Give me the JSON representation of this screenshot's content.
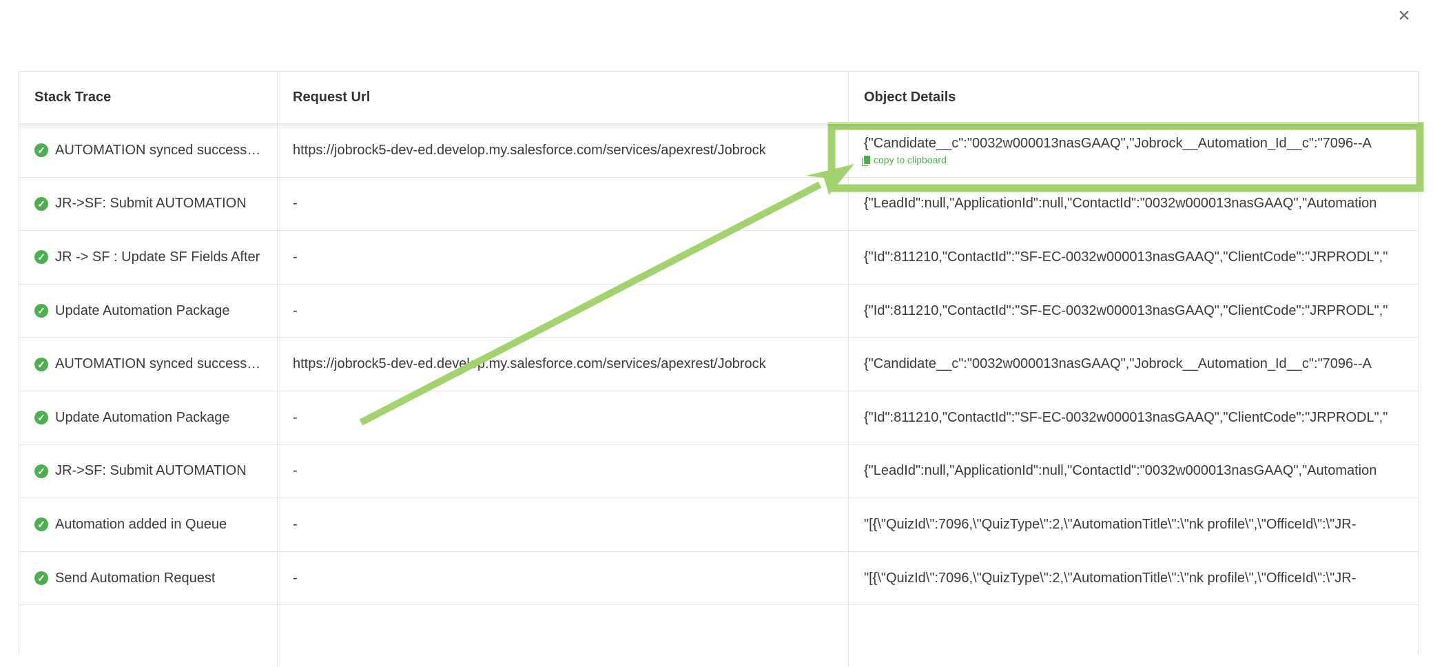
{
  "dialog": {
    "close_icon": "close-icon"
  },
  "table": {
    "headers": [
      "Stack Trace",
      "Request Url",
      "Object Details"
    ],
    "copy_label": "copy to clipboard",
    "rows": [
      {
        "trace": "AUTOMATION synced successfully",
        "url": "https://jobrock5-dev-ed.develop.my.salesforce.com/services/apexrest/Jobrock",
        "details": "{\"Candidate__c\":\"0032w000013nasGAAQ\",\"Jobrock__Automation_Id__c\":\"7096--A"
      },
      {
        "trace": "JR->SF: Submit AUTOMATION",
        "url": "-",
        "details": "{\"LeadId\":null,\"ApplicationId\":null,\"ContactId\":\"0032w000013nasGAAQ\",\"Automation"
      },
      {
        "trace": "JR -> SF : Update SF Fields After",
        "url": "-",
        "details": "{\"Id\":811210,\"ContactId\":\"SF-EC-0032w000013nasGAAQ\",\"ClientCode\":\"JRPRODL\",\""
      },
      {
        "trace": "Update Automation Package",
        "url": "-",
        "details": "{\"Id\":811210,\"ContactId\":\"SF-EC-0032w000013nasGAAQ\",\"ClientCode\":\"JRPRODL\",\""
      },
      {
        "trace": "AUTOMATION synced successfully",
        "url": "https://jobrock5-dev-ed.develop.my.salesforce.com/services/apexrest/Jobrock",
        "details": "{\"Candidate__c\":\"0032w000013nasGAAQ\",\"Jobrock__Automation_Id__c\":\"7096--A"
      },
      {
        "trace": "Update Automation Package",
        "url": "-",
        "details": "{\"Id\":811210,\"ContactId\":\"SF-EC-0032w000013nasGAAQ\",\"ClientCode\":\"JRPRODL\",\""
      },
      {
        "trace": "JR->SF: Submit AUTOMATION",
        "url": "-",
        "details": "{\"LeadId\":null,\"ApplicationId\":null,\"ContactId\":\"0032w000013nasGAAQ\",\"Automation"
      },
      {
        "trace": "Automation added in Queue",
        "url": "-",
        "details": "\"[{\\\"QuizId\\\":7096,\\\"QuizType\\\":2,\\\"AutomationTitle\\\":\\\"nk profile\\\",\\\"OfficeId\\\":\\\"JR-"
      },
      {
        "trace": "Send Automation Request",
        "url": "-",
        "details": "\"[{\\\"QuizId\\\":7096,\\\"QuizType\\\":2,\\\"AutomationTitle\\\":\\\"nk profile\\\",\\\"OfficeId\\\":\\\"JR-"
      }
    ]
  },
  "colors": {
    "success": "#4caf50",
    "annotation": "#a3d36f"
  }
}
